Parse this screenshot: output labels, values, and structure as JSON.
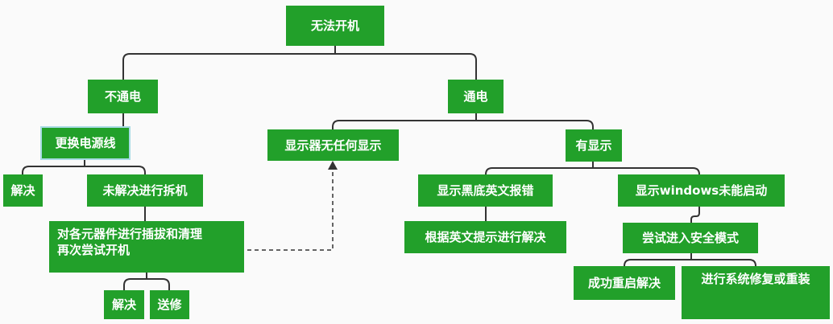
{
  "diagram": {
    "nodes": {
      "root": "无法开机",
      "no_power": "不通电",
      "power_on": "通电",
      "replace_cable": "更换电源线",
      "no_display": "显示器无任何显示",
      "has_display": "有显示",
      "solved_1": "解决",
      "disassemble": "未解决进行拆机",
      "black_screen": "显示黑底英文报错",
      "windows_fail": "显示windows未能启动",
      "clean_line1": "对各元器件进行插拔和清理",
      "clean_line2": "再次尝试开机",
      "english_solve": "根据英文提示进行解决",
      "safe_mode": "尝试进入安全模式",
      "solved_2": "解决",
      "repair_shop": "送修",
      "restart_solved": "成功重启解决",
      "repair_reinstall": "进行系统修复或重装"
    },
    "colors": {
      "node_fill": "#22a02a",
      "node_text": "#ffffff",
      "edge": "#333333",
      "selected_border": "#a8dbe4",
      "background": "#fafafa"
    }
  }
}
